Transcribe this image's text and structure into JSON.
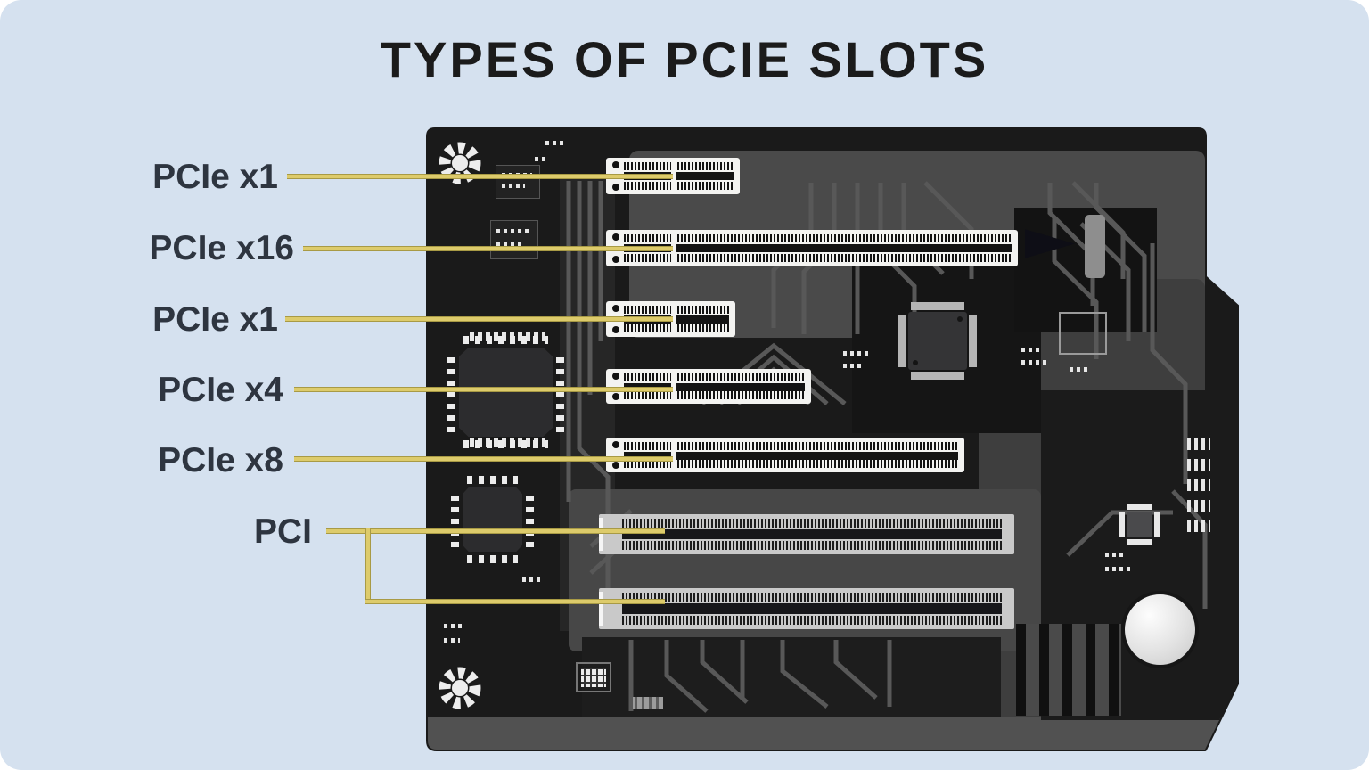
{
  "title": "TYPES OF PCIE SLOTS",
  "labels": [
    {
      "id": "pcie-x1-top",
      "text": "PCIe x1"
    },
    {
      "id": "pcie-x16",
      "text": "PCIe x16"
    },
    {
      "id": "pcie-x1-mid",
      "text": "PCIe x1"
    },
    {
      "id": "pcie-x4",
      "text": "PCIe x4"
    },
    {
      "id": "pcie-x8",
      "text": "PCIe x8"
    },
    {
      "id": "pci",
      "text": "PCI"
    }
  ],
  "colors": {
    "background": "#d5e1ef",
    "board": "#1a1a1a",
    "board_trace_gray": "#585858",
    "board_patch_gray": "#4a4a4a",
    "pcie_slot_body": "#f3f3f1",
    "pci_slot_body": "#c9c9c9",
    "callout_line": "#ddcb6b",
    "label_text": "#2e3540",
    "title_text": "#1b1b1b"
  },
  "board_component_icons": [
    "screw-hole-icon",
    "qfp-chip-icon",
    "chipset-chip-icon",
    "cmos-battery-icon",
    "capacitor-icon",
    "smd-array-icon"
  ]
}
